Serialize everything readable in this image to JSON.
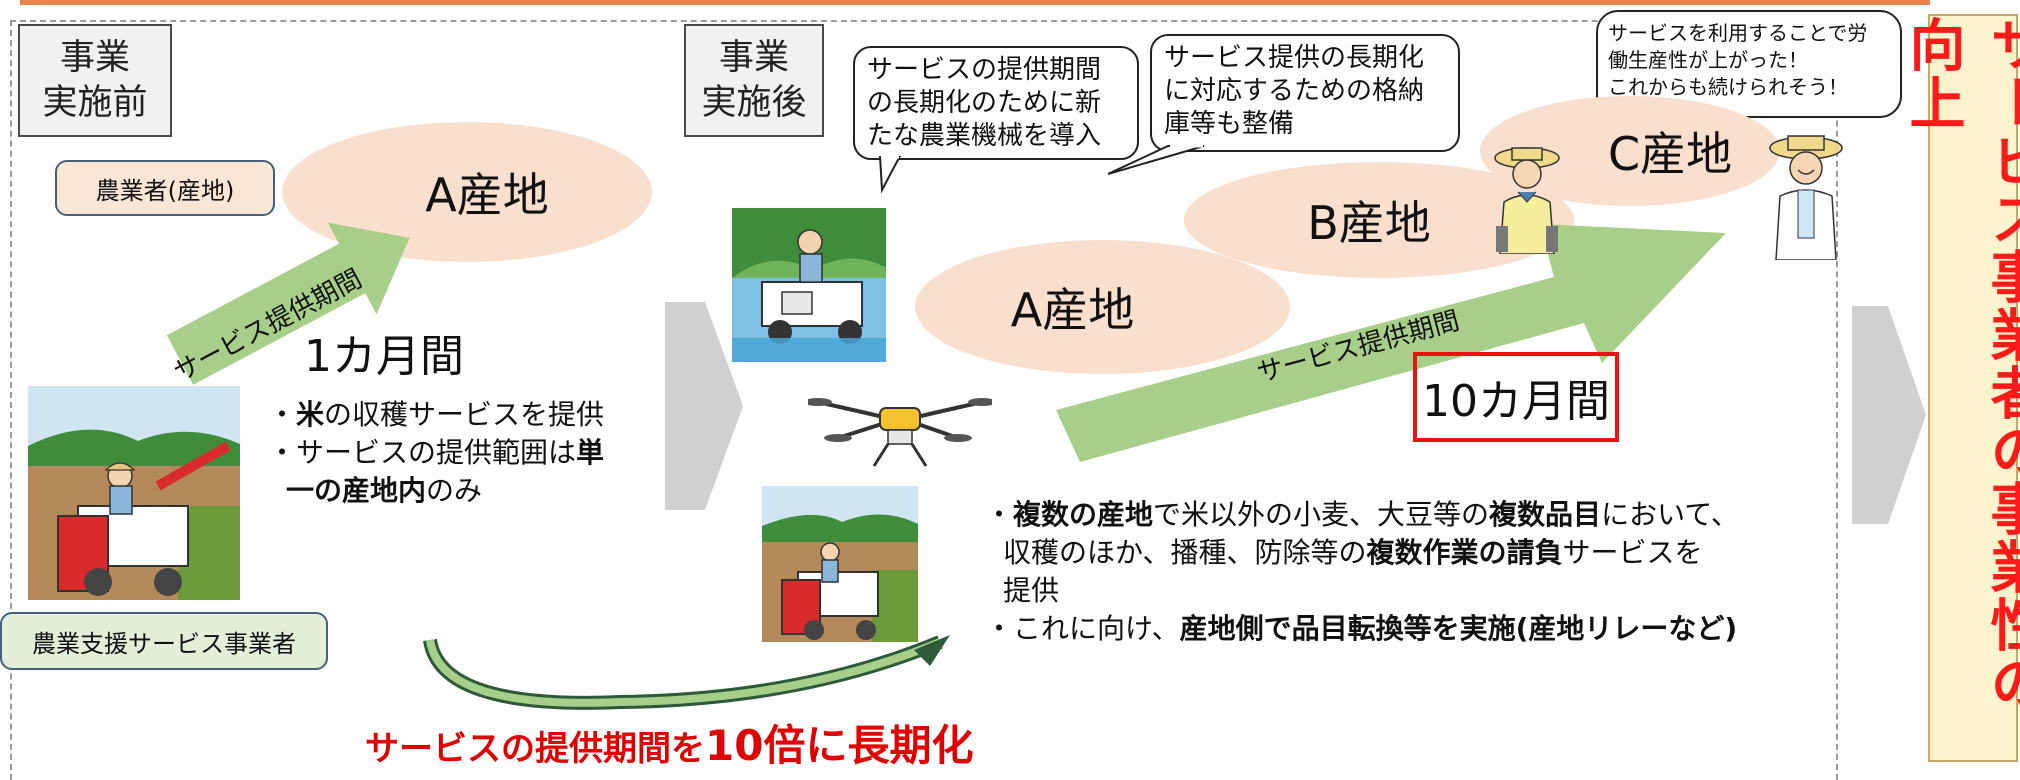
{
  "before": {
    "stage_line1": "事業",
    "stage_line2": "実施前",
    "farmer_label": "農業者(産地)",
    "origin_a": "A産地",
    "arrow_label": "サービス提供期間",
    "duration": "1カ月間",
    "bullet1_prefix": "・",
    "bullet1_bold": "米",
    "bullet1_rest": "の収穫サービスを提供",
    "bullet2_prefix": "・サービスの提供範囲は",
    "bullet2_bold_a": "単",
    "bullet2_bold_b": "一の産地内",
    "bullet2_rest": "のみ",
    "provider_label": "農業支援サービス事業者"
  },
  "after": {
    "stage_line1": "事業",
    "stage_line2": "実施後",
    "callout1": [
      "サービスの提供期間",
      "の長期化のために新",
      "たな農業機械を導入"
    ],
    "callout2": [
      "サービス提供の長期化",
      "に対応するための格納",
      "庫等も整備"
    ],
    "callout3": [
      "サービスを利用することで労",
      "働生産性が上がった！",
      "これからも続けられそう！"
    ],
    "origin_a": "A産地",
    "origin_b": "B産地",
    "origin_c": "C産地",
    "arrow_label": "サービス提供期間",
    "duration": "10カ月間",
    "b1_prefix": "・",
    "b1_bold1": "複数の産地",
    "b1_t1": "で米以外の小麦、大豆等の",
    "b1_bold2": "複数品目",
    "b1_t2": "において、",
    "b1_line2_t": "収穫のほか、播種、防除等の",
    "b1_line2_bold": "複数作業の請負",
    "b1_line2_rest": "サービスを",
    "b1_line3": "提供",
    "b2_prefix": "・これに向け、",
    "b2_bold": "産地側で品目転換等を実施(産地リレーなど)"
  },
  "headline": {
    "part1": "サービスの提供期間を",
    "part2": "10倍",
    "part3": "に長期化"
  },
  "result": {
    "text": "サービス事業者の事業性の向上"
  },
  "colors": {
    "accent_red": "#e00000",
    "arrow_green": "#a8cf8a",
    "ellipse_peach": "#f9dfcd",
    "gray_arrow": "#d0d0d0",
    "side_panel_bg": "#fdf3cc"
  }
}
